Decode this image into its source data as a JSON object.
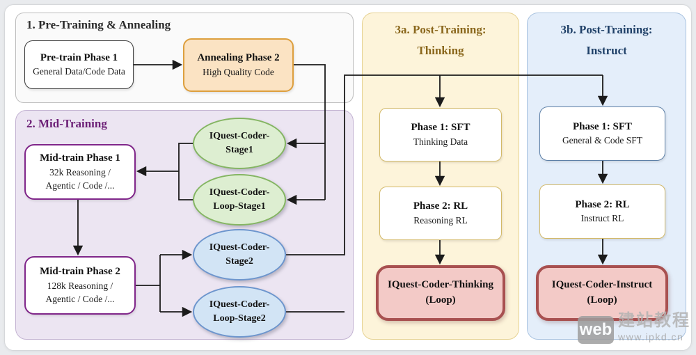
{
  "sections": {
    "pretraining": {
      "title": "1. Pre-Training & Annealing"
    },
    "midtraining": {
      "title": "2. Mid-Training"
    },
    "thinking": {
      "title_line1": "3a. Post-Training:",
      "title_line2": "Thinking"
    },
    "instruct": {
      "title_line1": "3b. Post-Training:",
      "title_line2": "Instruct"
    }
  },
  "nodes": {
    "pretrain_phase1": {
      "title": "Pre-train Phase 1",
      "subtitle": "General Data/Code Data"
    },
    "annealing_phase2": {
      "title": "Annealing Phase 2",
      "subtitle": "High Quality Code"
    },
    "midtrain_phase1": {
      "title": "Mid-train Phase 1",
      "line2": "32k Reasoning /",
      "line3": "Agentic / Code /..."
    },
    "midtrain_phase2": {
      "title": "Mid-train Phase 2",
      "line2": "128k Reasoning /",
      "line3": "Agentic / Code /..."
    },
    "stage1": {
      "line1": "IQuest-Coder-",
      "line2": "Stage1"
    },
    "loop_stage1": {
      "line1": "IQuest-Coder-",
      "line2": "Loop-Stage1"
    },
    "stage2": {
      "line1": "IQuest-Coder-",
      "line2": "Stage2"
    },
    "loop_stage2": {
      "line1": "IQuest-Coder-",
      "line2": "Loop-Stage2"
    },
    "thinking_sft": {
      "title": "Phase 1: SFT",
      "subtitle": "Thinking Data"
    },
    "thinking_rl": {
      "title": "Phase 2: RL",
      "subtitle": "Reasoning RL"
    },
    "thinking_final": {
      "line1": "IQuest-Coder-Thinking",
      "line2": "(Loop)"
    },
    "instruct_sft": {
      "title": "Phase 1: SFT",
      "subtitle": "General & Code SFT"
    },
    "instruct_rl": {
      "title": "Phase 2: RL",
      "subtitle": "Instruct RL"
    },
    "instruct_final": {
      "line1": "IQuest-Coder-Instruct",
      "line2": "(Loop)"
    }
  },
  "watermark": {
    "badge": "web",
    "text": "建站教程",
    "url": "www.ipkd.cn"
  },
  "colors": {
    "section1_bg": "#fafafa",
    "section2_bg": "#ece5f2",
    "section3a_bg": "#fdf4da",
    "section3b_bg": "#e4eefa",
    "midtraining_title": "#6d2077",
    "thinking_title": "#8a671c",
    "instruct_title": "#1f4068",
    "annealing_fill": "#fbe3c3",
    "annealing_border": "#dd9f3e",
    "stage_green_fill": "#ddeed1",
    "stage_green_border": "#84b562",
    "stage_blue_fill": "#d2e4f5",
    "stage_blue_border": "#6c95cd",
    "final_fill": "#f3cac7",
    "final_border": "#a85050",
    "gold_border": "#d3b968",
    "purple_border": "#80268a",
    "instruct_sft_border": "#5c7fa6",
    "line": "#1b1b1b"
  }
}
